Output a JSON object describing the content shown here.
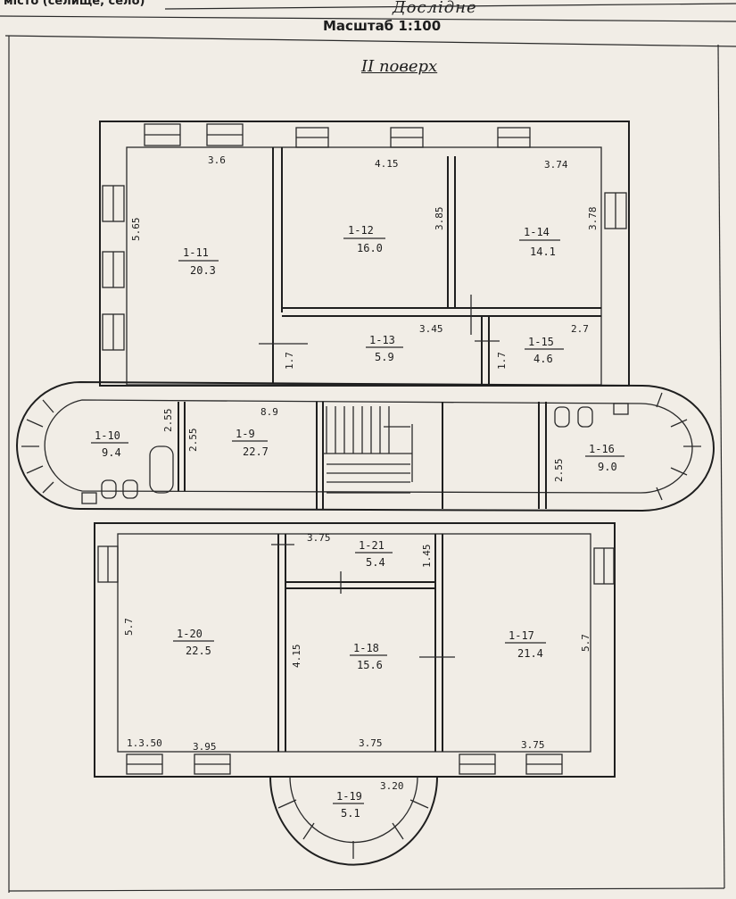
{
  "header": {
    "top_text": "місто (селище, село)",
    "place": "Дослідне",
    "scale": "Масштаб 1:100",
    "floor": "ІІ поверх"
  },
  "rooms": [
    {
      "id": "1-11",
      "area": "20.3"
    },
    {
      "id": "1-12",
      "area": "16.0"
    },
    {
      "id": "1-14",
      "area": "14.1"
    },
    {
      "id": "1-13",
      "area": "5.9"
    },
    {
      "id": "1-15",
      "area": "4.6"
    },
    {
      "id": "1-10",
      "area": "9.4"
    },
    {
      "id": "1-9",
      "area": "22.7"
    },
    {
      "id": "1-16",
      "area": "9.0"
    },
    {
      "id": "1-21",
      "area": "5.4"
    },
    {
      "id": "1-20",
      "area": "22.5"
    },
    {
      "id": "1-18",
      "area": "15.6"
    },
    {
      "id": "1-17",
      "area": "21.4"
    },
    {
      "id": "1-19",
      "area": "5.1"
    }
  ],
  "dimensions": [
    "3.6",
    "4.15",
    "3.74",
    "5.65",
    "3.85",
    "3.78",
    "3.45",
    "2.7",
    "1.7",
    "1.7",
    "8.9",
    "2.55",
    "2.55",
    "2.55",
    "3.75",
    "1.45",
    "5.7",
    "4.15",
    "5.7",
    "1.3.50",
    "3.95",
    "3.75",
    "3.75",
    "3.20"
  ]
}
